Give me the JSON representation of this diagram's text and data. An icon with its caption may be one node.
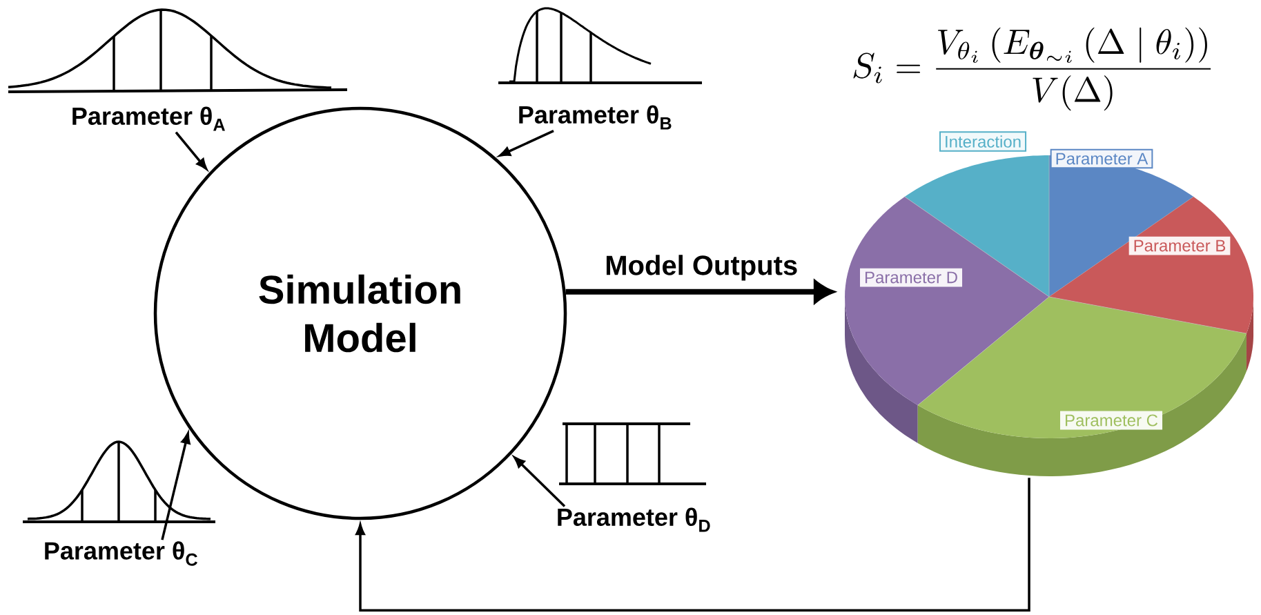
{
  "diagram": {
    "nodes": [
      {
        "text": [
          "Simulation Model"
        ]
      },
      {
        "text": [
          "Parameter θ$_{A}$"
        ]
      },
      {
        "text": [
          "Parameter θ$_{B}$"
        ]
      },
      {
        "text": [
          "Parameter θ$_{C}$"
        ]
      },
      {
        "text": [
          "Parameter θ$_{D}$"
        ]
      },
      {
        "text": [
          "Interaction",
          "Parameter A",
          "Parameter B",
          "Parameter D",
          "Parameter C"
        ]
      }
    ],
    "edges": [
      {
        "from": 1,
        "to": 0,
        "arrow": "to"
      },
      {
        "from": 2,
        "to": 0,
        "arrow": "to"
      },
      {
        "from": 3,
        "to": 0,
        "arrow": "to"
      },
      {
        "from": 4,
        "to": 0,
        "arrow": "to"
      },
      {
        "from": 0,
        "to": 5,
        "arrow": "to",
        "label": "Model Outputs",
        "style": "thick"
      },
      {
        "from": 5,
        "to": 0,
        "arrow": "to"
      }
    ],
    "labels": [
      "S_i=\\frac{V_{\\theta_i}\\left(E_{\\boldsymbol{\\theta}_{\\sim i}}\\left(\\Delta\\mid\\theta_i\\right)\\right)}{V(\\Delta)}"
    ]
  }
}
